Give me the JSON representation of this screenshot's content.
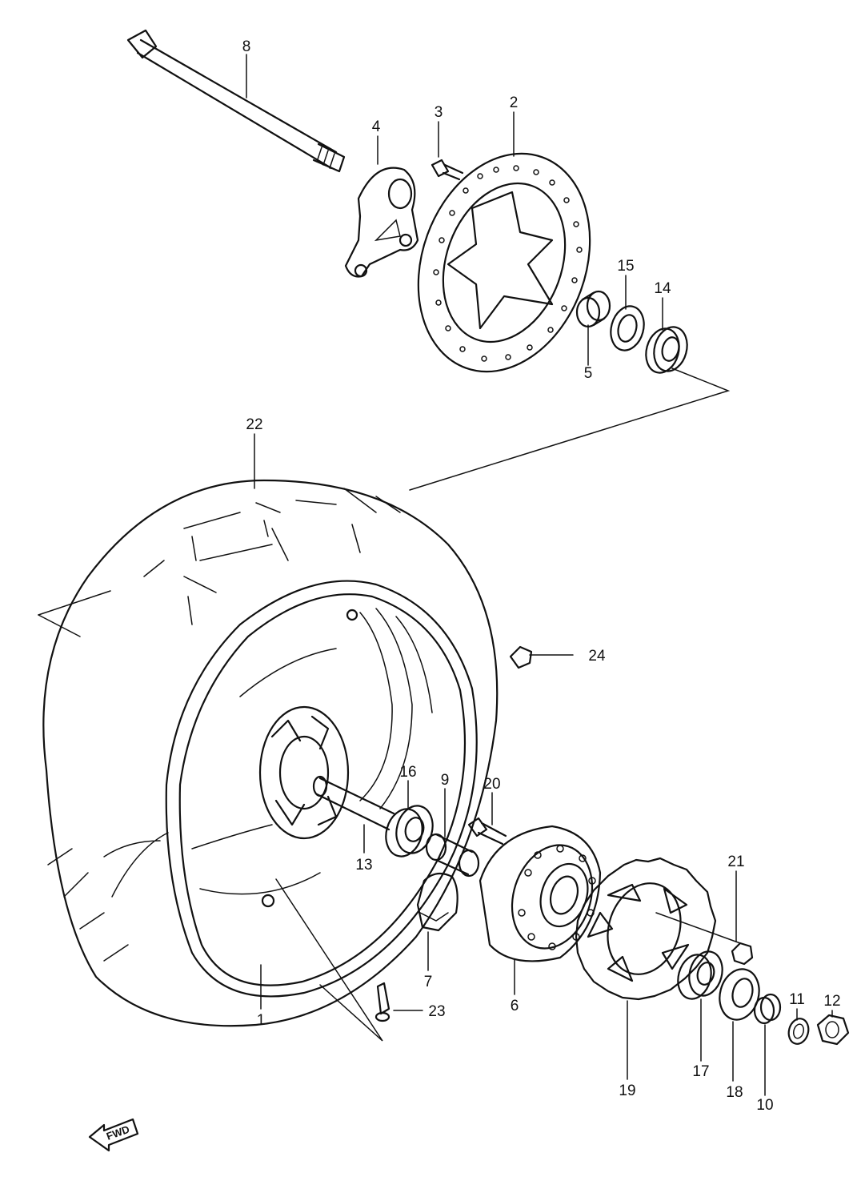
{
  "callouts": [
    {
      "id": "8",
      "text": "8"
    },
    {
      "id": "4",
      "text": "4"
    },
    {
      "id": "3",
      "text": "3"
    },
    {
      "id": "2",
      "text": "2"
    },
    {
      "id": "15",
      "text": "15"
    },
    {
      "id": "14",
      "text": "14"
    },
    {
      "id": "5",
      "text": "5"
    },
    {
      "id": "22",
      "text": "22"
    },
    {
      "id": "24",
      "text": "24"
    },
    {
      "id": "16",
      "text": "16"
    },
    {
      "id": "9",
      "text": "9"
    },
    {
      "id": "20",
      "text": "20"
    },
    {
      "id": "13",
      "text": "13"
    },
    {
      "id": "7",
      "text": "7"
    },
    {
      "id": "6",
      "text": "6"
    },
    {
      "id": "21",
      "text": "21"
    },
    {
      "id": "1",
      "text": "1"
    },
    {
      "id": "23",
      "text": "23"
    },
    {
      "id": "17",
      "text": "17"
    },
    {
      "id": "18",
      "text": "18"
    },
    {
      "id": "11",
      "text": "11"
    },
    {
      "id": "12",
      "text": "12"
    },
    {
      "id": "19",
      "text": "19"
    },
    {
      "id": "10",
      "text": "10"
    }
  ],
  "fwd_badge": {
    "text": "FWD",
    "icon": "arrow-left-icon"
  }
}
